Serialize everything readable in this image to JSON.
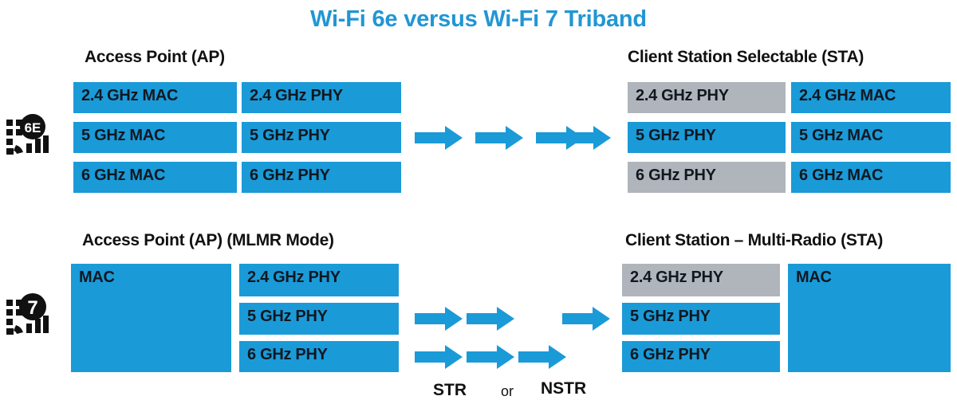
{
  "title": "Wi-Fi 6e versus Wi-Fi 7 Triband",
  "accent_color": "#2196d4",
  "colors": {
    "active_blue": "#1b9ad8",
    "inactive_gray": "#b0b5bc",
    "title_blue": "#2196d4",
    "text_dark": "#101820",
    "background": "#ffffff"
  },
  "sections": {
    "wifi6e": {
      "logo_label": "6E",
      "logo_icon": "wifi-6e-logo-icon",
      "ap": {
        "heading": "Access Point (AP)",
        "mac_column": [
          {
            "label": "2.4 GHz MAC",
            "state": "active"
          },
          {
            "label": "5 GHz MAC",
            "state": "active"
          },
          {
            "label": "6 GHz MAC",
            "state": "active"
          }
        ],
        "phy_column": [
          {
            "label": "2.4 GHz PHY",
            "state": "active"
          },
          {
            "label": "5 GHz PHY",
            "state": "active"
          },
          {
            "label": "6 GHz PHY",
            "state": "active"
          }
        ]
      },
      "link": {
        "arrow_count": 4,
        "arrow_icon": "right-arrow-icon"
      },
      "sta": {
        "heading": "Client Station Selectable (STA)",
        "phy_column": [
          {
            "label": "2.4 GHz PHY",
            "state": "inactive"
          },
          {
            "label": "5 GHz PHY",
            "state": "active"
          },
          {
            "label": "6 GHz PHY",
            "state": "inactive"
          }
        ],
        "mac_column": [
          {
            "label": "2.4 GHz MAC",
            "state": "active"
          },
          {
            "label": "5 GHz MAC",
            "state": "active"
          },
          {
            "label": "6 GHz MAC",
            "state": "active"
          }
        ]
      }
    },
    "wifi7": {
      "logo_label": "7",
      "logo_icon": "wifi-7-logo-icon",
      "ap": {
        "heading": "Access Point (AP) (MLMR Mode)",
        "mac_block": {
          "label": "MAC",
          "state": "active"
        },
        "phy_column": [
          {
            "label": "2.4 GHz PHY",
            "state": "active"
          },
          {
            "label": "5 GHz PHY",
            "state": "active"
          },
          {
            "label": "6 GHz PHY",
            "state": "active"
          }
        ]
      },
      "link": {
        "str_row_arrow_count": 2,
        "str_tail_arrow_count": 1,
        "nstr_row_arrow_count": 3,
        "arrow_icon": "right-arrow-icon",
        "mode_left": "STR",
        "mode_conjunction": "or",
        "mode_right": "NSTR"
      },
      "sta": {
        "heading": "Client Station – Multi-Radio (STA)",
        "phy_column": [
          {
            "label": "2.4 GHz PHY",
            "state": "inactive"
          },
          {
            "label": "5 GHz PHY",
            "state": "active"
          },
          {
            "label": "6 GHz PHY",
            "state": "active"
          }
        ],
        "mac_block": {
          "label": "MAC",
          "state": "active"
        }
      }
    }
  }
}
